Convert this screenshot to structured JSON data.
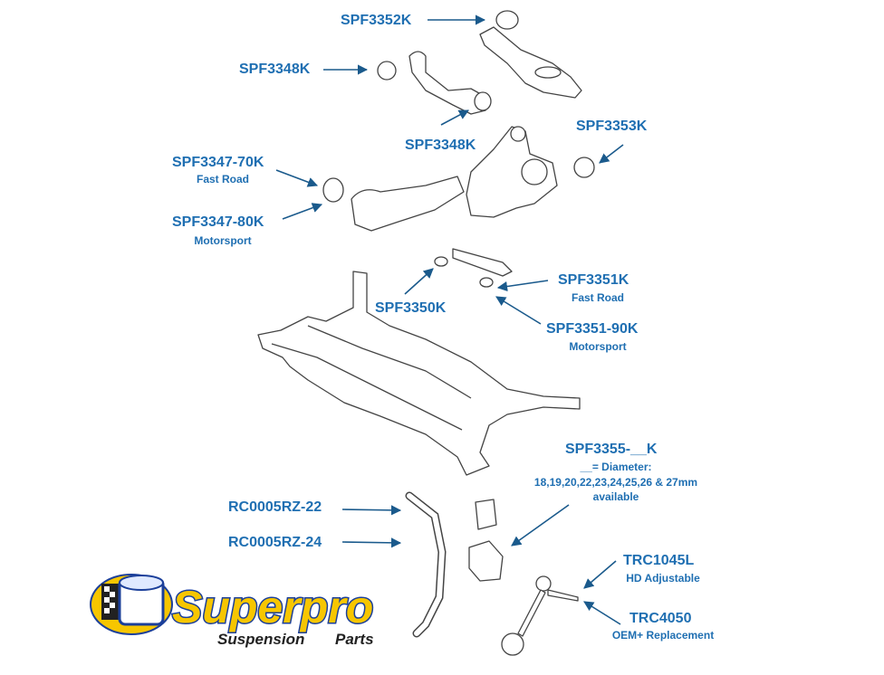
{
  "labels": {
    "spf3352k": "SPF3352K",
    "spf3348k_upper": "SPF3348K",
    "spf3348k_lower": "SPF3348K",
    "spf3353k": "SPF3353K",
    "spf3347_70k": "SPF3347-70K",
    "spf3347_70k_note": "Fast Road",
    "spf3347_80k": "SPF3347-80K",
    "spf3347_80k_note": "Motorsport",
    "spf3350k": "SPF3350K",
    "spf3351k": "SPF3351K",
    "spf3351k_note": "Fast Road",
    "spf3351_90k": "SPF3351-90K",
    "spf3351_90k_note": "Motorsport",
    "spf3355": "SPF3355-__K",
    "spf3355_note1": "__= Diameter:",
    "spf3355_note2": "18,19,20,22,23,24,25,26 & 27mm",
    "spf3355_note3": "available",
    "rc0005rz_22": "RC0005RZ-22",
    "rc0005rz_24": "RC0005RZ-24",
    "trc1045l": "TRC1045L",
    "trc1045l_note": "HD Adjustable",
    "trc4050": "TRC4050",
    "trc4050_note": "OEM+ Replacement"
  },
  "logo": {
    "brand": "Superpro",
    "tagline_left": "Suspension",
    "tagline_right": "Parts",
    "colors": {
      "yellow": "#f7c600",
      "blue": "#1b3f9a"
    }
  },
  "colors": {
    "label": "#1f6fb2",
    "arrow": "#1a5a8c"
  }
}
